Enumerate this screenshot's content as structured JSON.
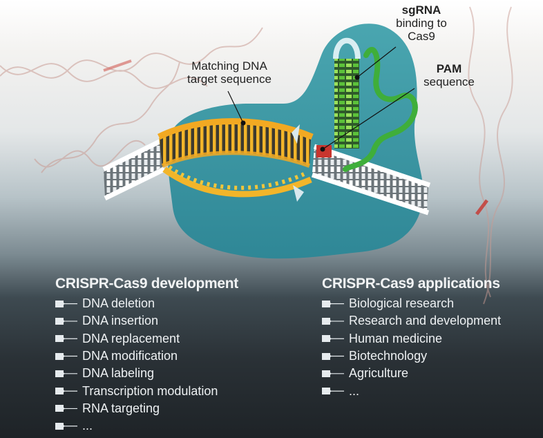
{
  "labels": {
    "matching_dna": {
      "line1": "Matching DNA",
      "line2": "target sequence"
    },
    "sgrna": {
      "title": "sgRNA",
      "line1": "binding to",
      "line2": "Cas9"
    },
    "pam": {
      "title": "PAM",
      "line1": "sequence"
    }
  },
  "development": {
    "heading": "CRISPR-Cas9 development",
    "items": [
      "DNA deletion",
      "DNA insertion",
      "DNA replacement",
      "DNA modification",
      "DNA labeling",
      "Transcription modulation",
      "RNA targeting",
      "..."
    ]
  },
  "applications": {
    "heading": "CRISPR-Cas9 applications",
    "items": [
      "Biological research",
      "Research and development",
      "Human medicine",
      "Biotechnology",
      "Agriculture",
      "..."
    ]
  },
  "colors": {
    "cas9_protein": "#3e9aa5",
    "target_dna": "#f2a922",
    "sgrna": "#5bbf3a",
    "pam": "#c8352e",
    "bullet": "#e6ebee"
  }
}
